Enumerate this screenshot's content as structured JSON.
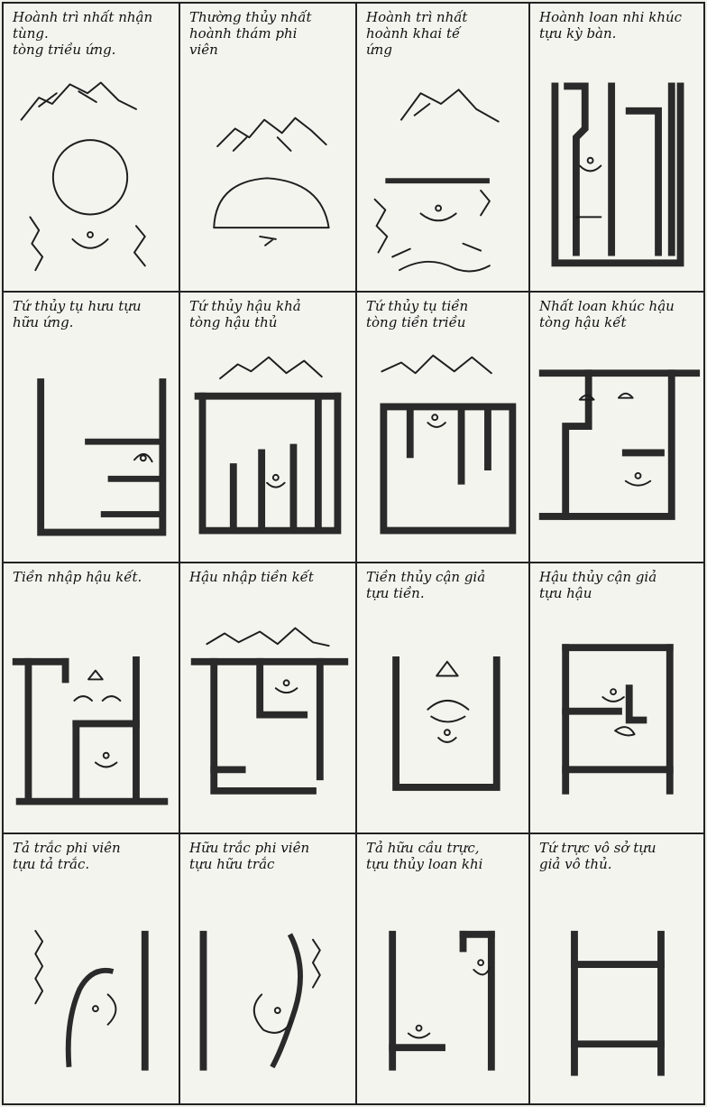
{
  "cells": [
    {
      "id": "c1",
      "caption": "Hoành trì nhất nhận tùng.\ntòng triều ứng."
    },
    {
      "id": "c2",
      "caption": "Thường thủy nhất\nhoành thám phi\nviên"
    },
    {
      "id": "c3",
      "caption": "Hoành trì nhất\nhoành khai tế\nứng"
    },
    {
      "id": "c4",
      "caption": "Hoành loan nhi khúc\ntựu kỳ bàn."
    },
    {
      "id": "c5",
      "caption": "Tứ thủy tụ hưu tựu\nhữu ứng."
    },
    {
      "id": "c6",
      "caption": "Tứ thủy hậu khả\ntòng hậu thủ"
    },
    {
      "id": "c7",
      "caption": "Tứ thủy tụ tiền\ntòng tiền triều"
    },
    {
      "id": "c8",
      "caption": "Nhất loan khúc hậu\ntòng hậu kết"
    },
    {
      "id": "c9",
      "caption": "Tiền nhập hậu kết."
    },
    {
      "id": "c10",
      "caption": "Hậu nhập tiền kết"
    },
    {
      "id": "c11",
      "caption": "Tiền thủy cận giả\ntựu tiền."
    },
    {
      "id": "c12",
      "caption": "Hậu thủy cận giả\ntựu hậu"
    },
    {
      "id": "c13",
      "caption": "Tả trắc phi viên\ntựu tả trắc."
    },
    {
      "id": "c14",
      "caption": "Hữu trắc phi viên\ntựu hữu trắc"
    },
    {
      "id": "c15",
      "caption": "Tả hữu cầu trực,\ntựu thủy loan khi"
    },
    {
      "id": "c16",
      "caption": "Tứ trực vô sở tựu\ngiả vô thủ."
    }
  ]
}
